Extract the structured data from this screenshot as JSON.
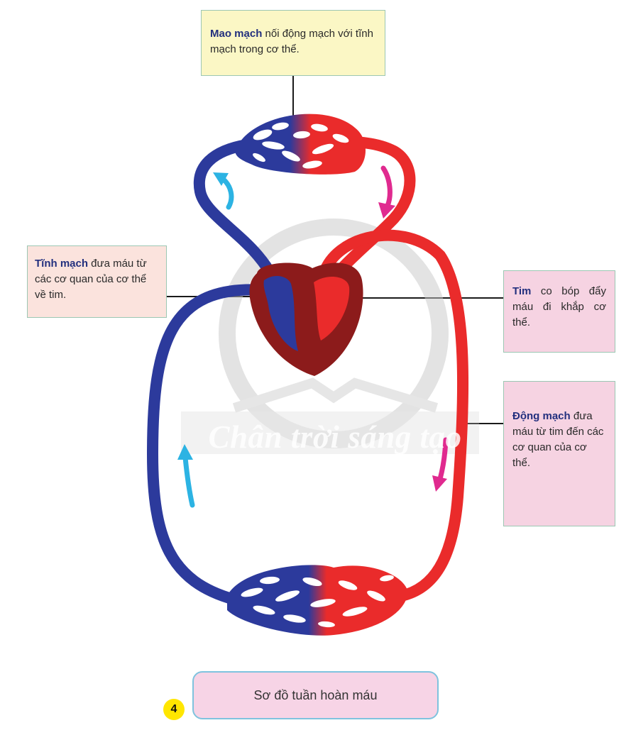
{
  "boxes": {
    "capillary": {
      "term": "Mao mạch",
      "text": " nối động mạch với tĩnh mạch trong cơ thể."
    },
    "vein": {
      "term": "Tĩnh mạch",
      "text": " đưa máu từ các cơ quan của cơ thể về tim."
    },
    "heart": {
      "term": "Tim",
      "text": " co bóp đẩy máu đi khắp cơ thể."
    },
    "artery": {
      "term": "Động mạch",
      "text": " đưa máu từ tim đến các cơ quan của cơ thể."
    }
  },
  "caption": {
    "number": "4",
    "text": "Sơ đồ tuần hoàn máu"
  },
  "watermark": "Chân trời sáng tạo",
  "colors": {
    "vein_blue": "#2c3a9c",
    "artery_red": "#ea2b2b",
    "heart_dark": "#8c1b1b",
    "arrow_cyan": "#2cb3e3",
    "arrow_magenta": "#e02a8f"
  }
}
